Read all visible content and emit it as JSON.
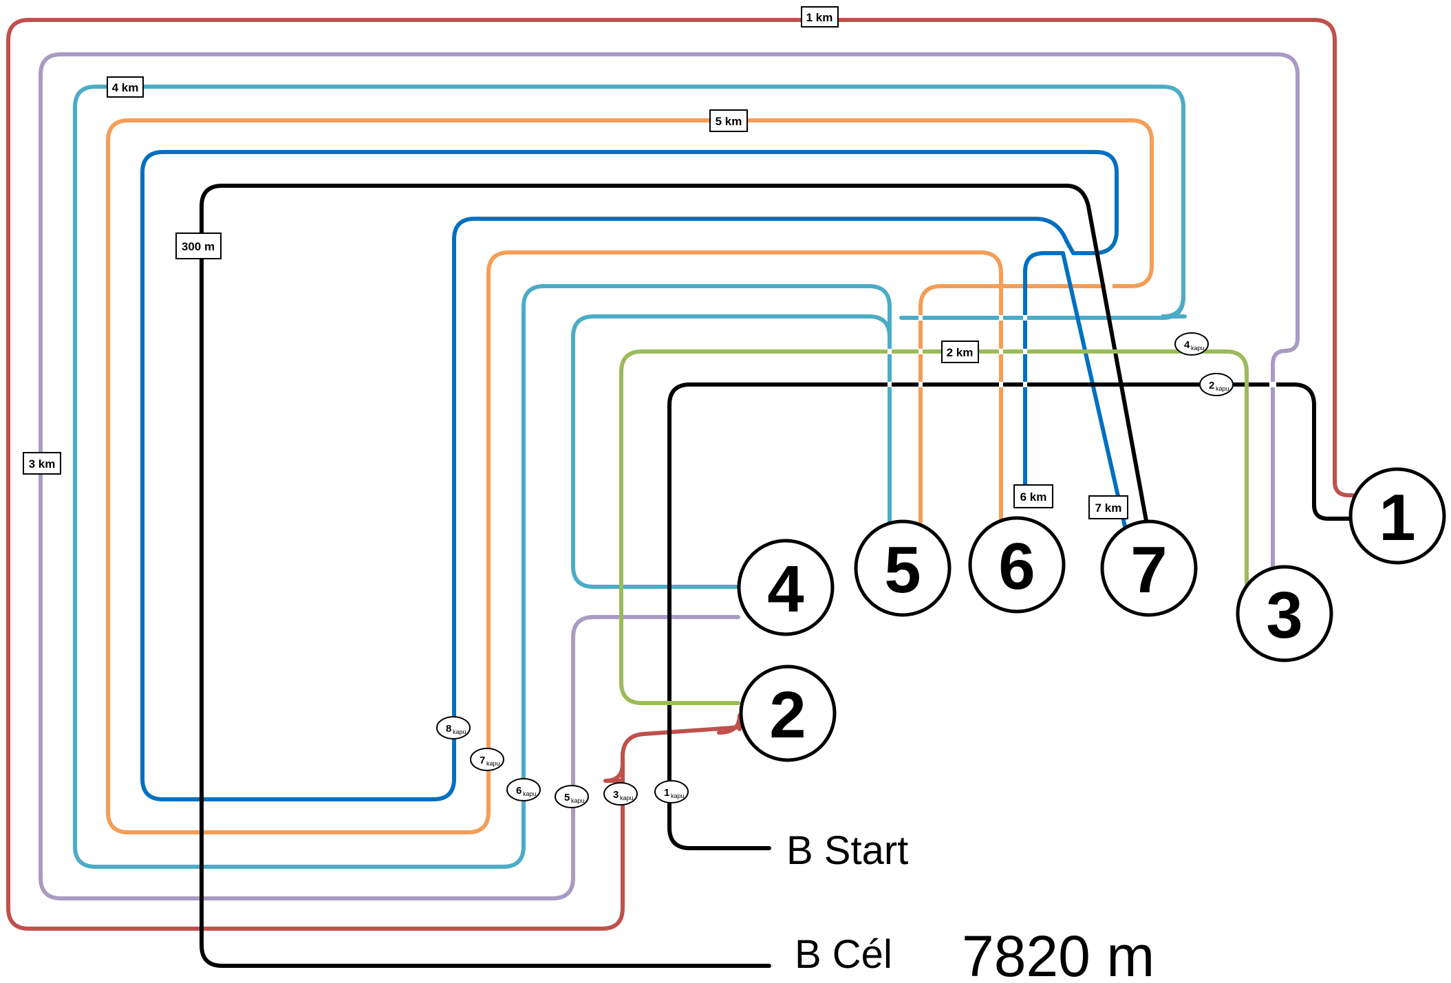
{
  "colors": {
    "red": "#c0504d",
    "purple": "#a99bc4",
    "lightblue": "#4bacc6",
    "orange": "#f59d56",
    "blue": "#0070c0",
    "black": "#000000",
    "green": "#9bbb59"
  },
  "start_label": "B Start",
  "finish_label": "B Cél",
  "total_distance": "7820 m",
  "stations": [
    {
      "num": "1"
    },
    {
      "num": "2"
    },
    {
      "num": "3"
    },
    {
      "num": "4"
    },
    {
      "num": "5"
    },
    {
      "num": "6"
    },
    {
      "num": "7"
    }
  ],
  "distance_labels": [
    {
      "text": "1 km"
    },
    {
      "text": "3 km"
    },
    {
      "text": "4 km"
    },
    {
      "text": "5 km"
    },
    {
      "text": "300 m"
    },
    {
      "text": "2 km"
    },
    {
      "text": "6 km"
    },
    {
      "text": "7 km"
    }
  ],
  "gates": [
    {
      "num": "1",
      "sub": "kapu"
    },
    {
      "num": "2",
      "sub": "kapu"
    },
    {
      "num": "3",
      "sub": "kapu"
    },
    {
      "num": "4",
      "sub": "kapu"
    },
    {
      "num": "5",
      "sub": "kapu"
    },
    {
      "num": "6",
      "sub": "kapu"
    },
    {
      "num": "7",
      "sub": "kapu"
    },
    {
      "num": "8",
      "sub": "kapu"
    }
  ]
}
